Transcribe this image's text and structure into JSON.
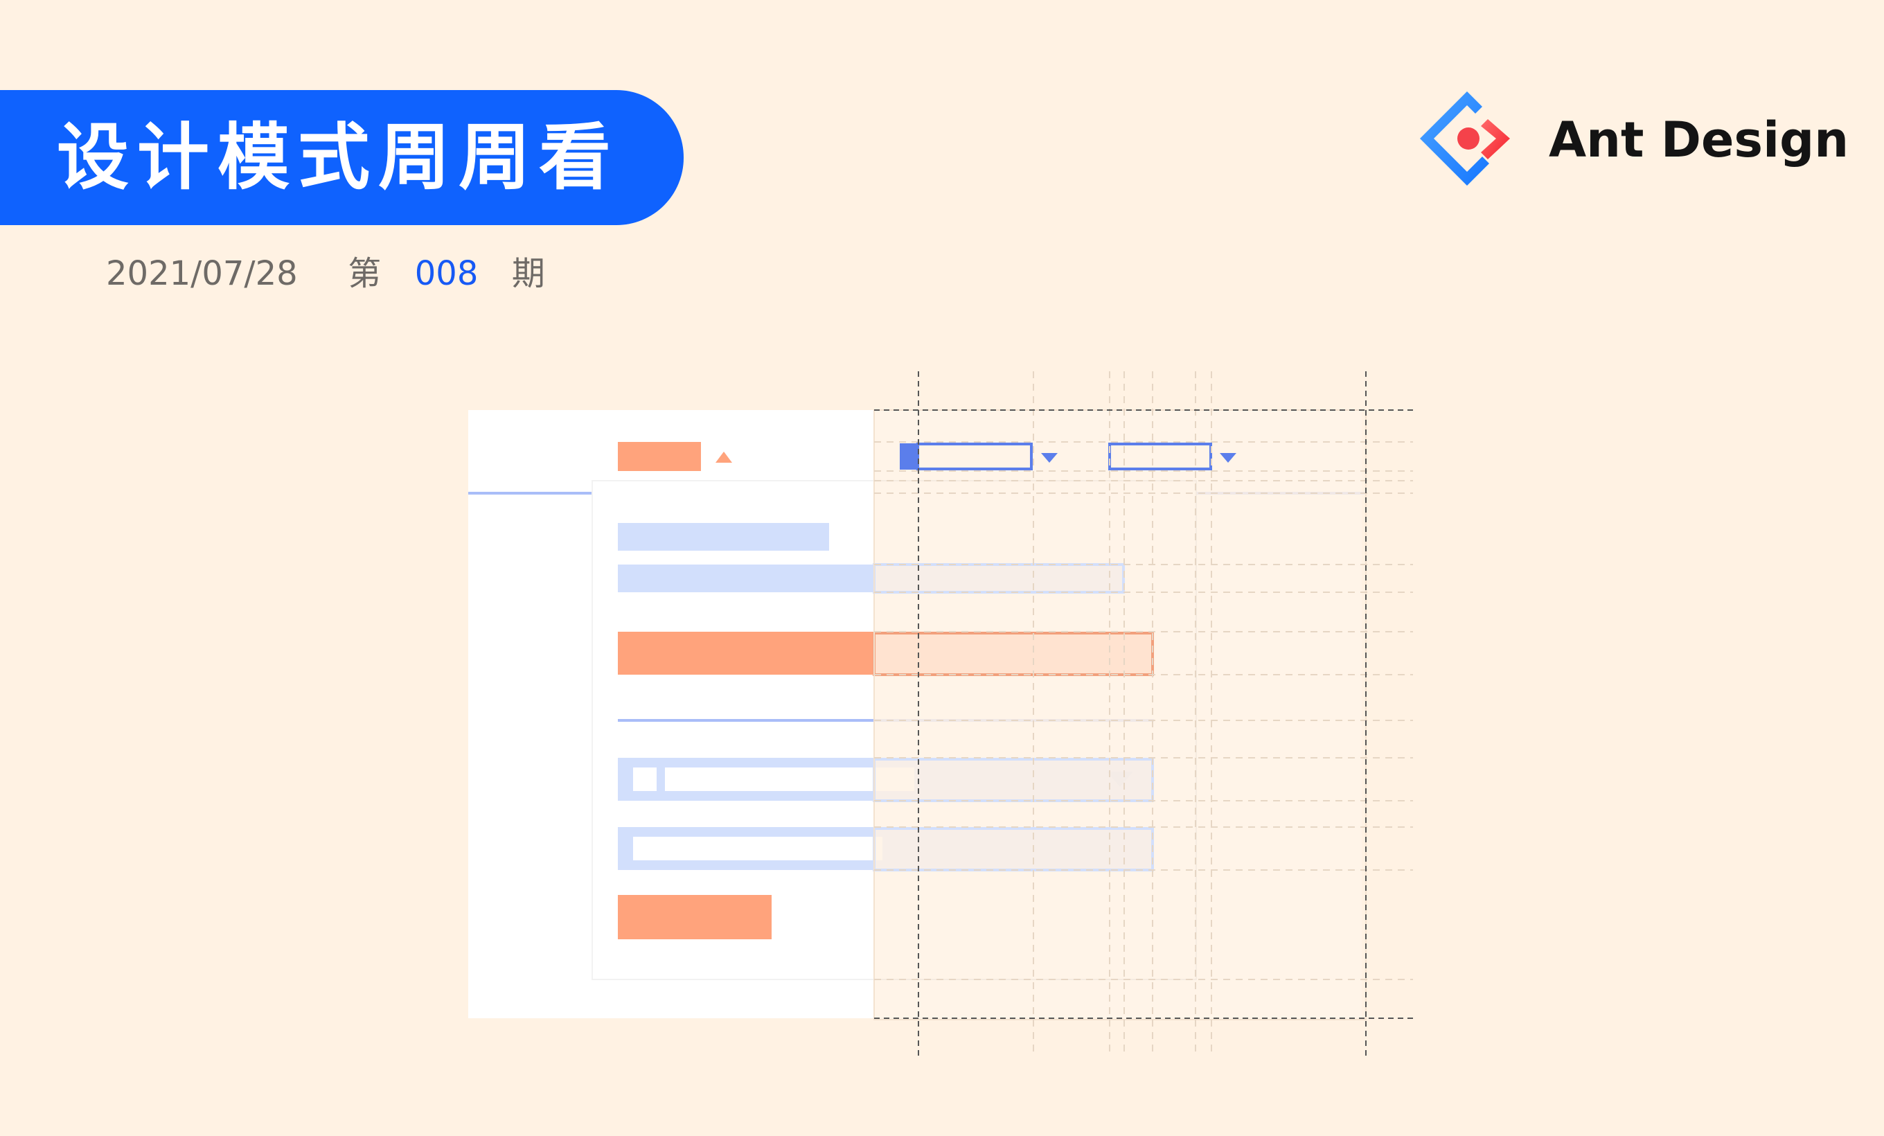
{
  "banner": {
    "title": "设计模式周周看"
  },
  "issue": {
    "date": "2021/07/28",
    "prefix": "第",
    "number": "008",
    "suffix": "期"
  },
  "brand": {
    "name": "Ant Design",
    "logo_icon": "ant-design-logo-icon"
  },
  "colors": {
    "background": "#FFF2E3",
    "banner_blue": "#0F62FE",
    "issue_number_blue": "#1659F5",
    "accent_orange": "#FFA37C",
    "light_blue": "#D2DFFC",
    "stroke_blue": "#5B7EEB",
    "logo_red": "#F5424A"
  },
  "illustration": {
    "icons": [
      "caret-up-icon",
      "caret-down-icon"
    ]
  }
}
